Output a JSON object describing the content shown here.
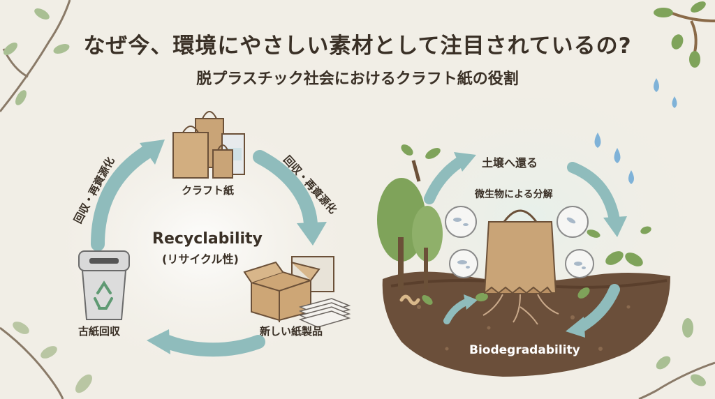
{
  "header": {
    "title": "なぜ今、環境にやさしい素材として注目されているの?",
    "subtitle": "脱プラスチック社会におけるクラフト紙の役割"
  },
  "recycling": {
    "center_title": "Recyclability",
    "center_sub": "(リサイクル性)",
    "arrow_left_label": "回収・再資源化",
    "arrow_right_label": "回収・再資源化",
    "node_kraft": "クラフト紙",
    "node_new_products": "新しい紙製品",
    "node_collection": "古紙回収"
  },
  "biodegradation": {
    "label_return": "土壌へ還る",
    "label_microbe": "微生物による分解",
    "footer": "Biodegradability"
  },
  "colors": {
    "arrow": "#8fbcbc",
    "kraft": "#c9a477",
    "soil": "#6b4f3a",
    "leaf": "#7fa35a",
    "water": "#7fb2d8"
  }
}
